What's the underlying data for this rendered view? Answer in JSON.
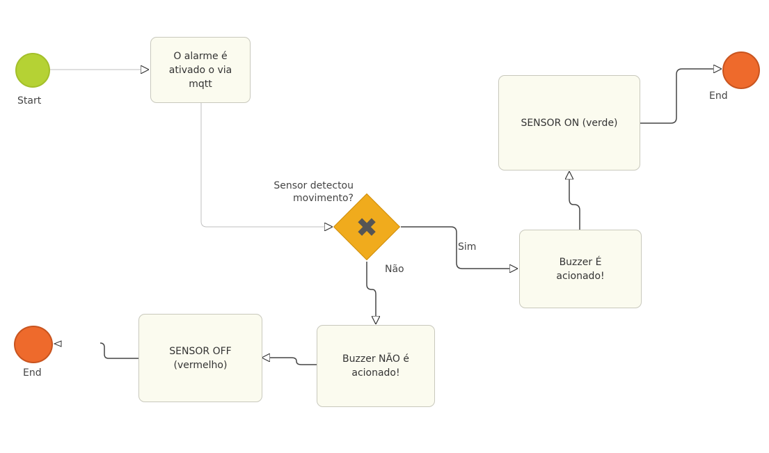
{
  "diagram": {
    "start_event": {
      "label": "Start"
    },
    "task_alarm": {
      "label": "O alarme é\nativado o via\nmqtt"
    },
    "gateway": {
      "label": "Sensor detectou\nmovimento?",
      "symbol": "✖"
    },
    "flow_yes": {
      "label": "Sim"
    },
    "flow_no": {
      "label": "Não"
    },
    "task_buzzer_on": {
      "label": "Buzzer  É\nacionado!"
    },
    "task_sensor_on": {
      "label": "SENSOR ON (verde)"
    },
    "end_event_top": {
      "label": "End"
    },
    "task_buzzer_off": {
      "label": "Buzzer  NÃO é\nacionado!"
    },
    "task_sensor_off": {
      "label": "SENSOR OFF\n(vermelho)"
    },
    "end_event_bottom": {
      "label": "End"
    }
  },
  "colors": {
    "start_fill": "#b5d234",
    "end_fill": "#ee6a2c",
    "gateway_fill": "#f0ab1d",
    "task_fill": "#fbfbef",
    "task_border": "#c8c8bc",
    "connector": "#333333"
  },
  "icons": {
    "gateway_marker": "exclusive-x-icon",
    "arrowhead": "open-triangle-arrow-icon"
  }
}
